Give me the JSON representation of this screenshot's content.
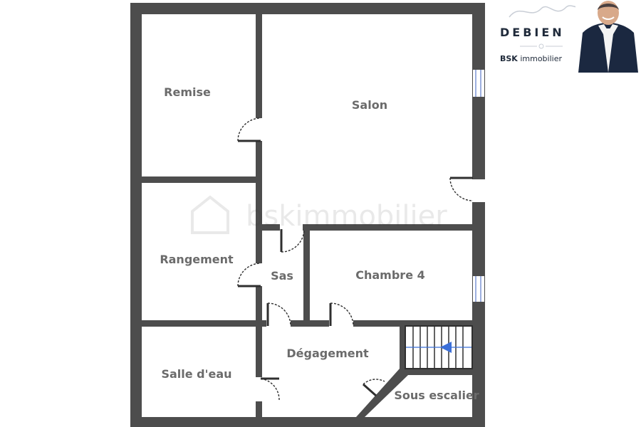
{
  "rooms": {
    "remise": "Remise",
    "salon": "Salon",
    "rangement": "Rangement",
    "sas": "Sas",
    "chambre4": "Chambre 4",
    "degagement": "Dégagement",
    "salle_eau": "Salle d'eau",
    "sous_escalier": "Sous escalier"
  },
  "brand": {
    "name": "DEBIEN",
    "company_bold": "BSK",
    "company_rest": " immobilier"
  },
  "watermark": "bskimmobilier",
  "colors": {
    "wall": "#4d4d4d",
    "wall_edge": "#2f2f2f",
    "floor": "#ffffff",
    "label": "#6b6b6b",
    "stair_arrow": "#3b6fd8",
    "brand_text": "#1f2a3a",
    "window": "#5b79c9"
  }
}
